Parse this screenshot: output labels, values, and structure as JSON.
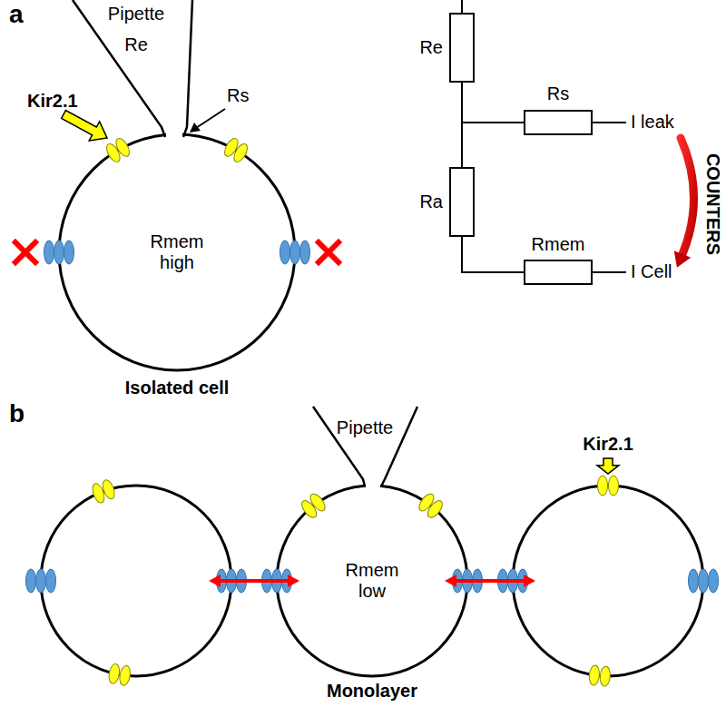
{
  "diagram": {
    "nodes": [
      {
        "text": [
          "Rmem high"
        ]
      },
      {
        "text": [
          "Rmem low"
        ]
      }
    ],
    "labels": [
      "a",
      "Pipette",
      "Re",
      "Rs",
      "Kir2.1",
      "Isolated cell",
      "Re",
      "Rs",
      "Ra",
      "Rmem",
      "I leak",
      "I Cell",
      "COUNTERS",
      "b",
      "Pipette",
      "Kir2.1",
      "Monolayer"
    ]
  }
}
